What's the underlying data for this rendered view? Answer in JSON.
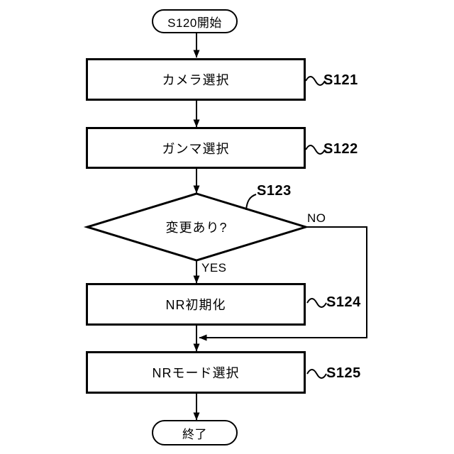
{
  "nodes": {
    "start": "S120開始",
    "s121": "カメラ選択",
    "s122": "ガンマ選択",
    "s123": "変更あり?",
    "s124": "NR初期化",
    "s125": "NRモード選択",
    "end": "終了"
  },
  "labels": {
    "s121": "S121",
    "s122": "S122",
    "s123": "S123",
    "s124": "S124",
    "s125": "S125"
  },
  "branches": {
    "no": "NO",
    "yes": "YES"
  },
  "colors": {
    "line": "#000000",
    "background": "#ffffff"
  }
}
